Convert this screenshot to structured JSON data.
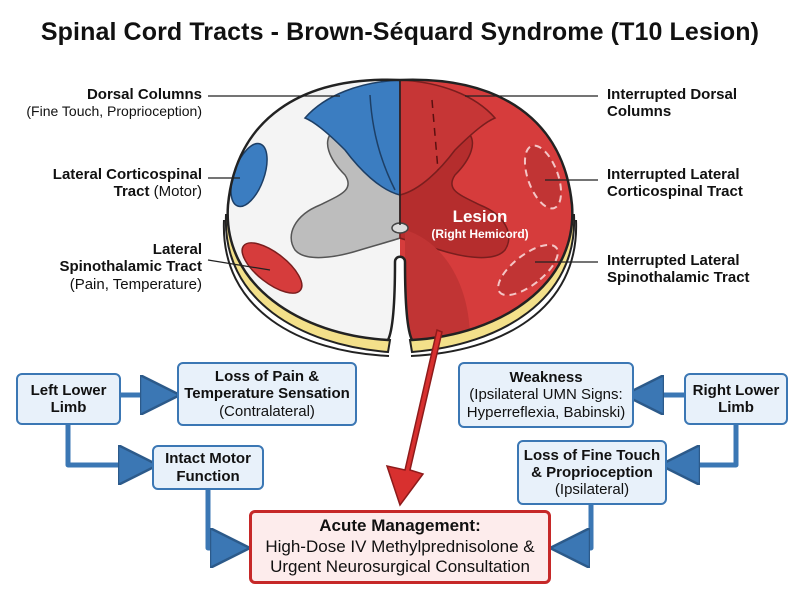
{
  "title": "Spinal Cord Tracts - Brown-Séquard Syndrome (T10 Lesion)",
  "left_labels": {
    "dorsal": {
      "title": "Dorsal Columns",
      "sub": "(Fine Touch, Proprioception)"
    },
    "cst": {
      "line1": "Lateral Corticospinal",
      "line2_bold": "Tract",
      "line2_rest": "(Motor)"
    },
    "stt": {
      "line1": "Lateral",
      "line2": "Spinothalamic Tract",
      "line3": "(Pain, Temperature)"
    }
  },
  "right_labels": {
    "dorsal": {
      "line1": "Interrupted Dorsal",
      "line2": "Columns"
    },
    "cst": {
      "line1": "Interrupted Lateral",
      "line2": "Corticospinal Tract"
    },
    "stt": {
      "line1": "Interrupted Lateral",
      "line2": "Spinothalamic Tract"
    }
  },
  "lesion": {
    "title": "Lesion",
    "sub": "(Right Hemicord)"
  },
  "boxes": {
    "left_limb": {
      "line1": "Left Lower",
      "line2": "Limb"
    },
    "pain_loss": {
      "line1": "Loss of Pain &",
      "line2": "Temperature Sensation",
      "line3": "(Contralateral)"
    },
    "motor_intact": {
      "line1": "Intact Motor",
      "line2": "Function"
    },
    "weakness": {
      "line1": "Weakness",
      "line2": "(Ipsilateral UMN Signs:",
      "line3": "Hyperreflexia, Babinski)"
    },
    "right_limb": {
      "line1": "Right Lower",
      "line2": "Limb"
    },
    "touch_loss": {
      "line1": "Loss of Fine Touch",
      "line2": "& Proprioception",
      "line3": "(Ipsilateral)"
    }
  },
  "management": {
    "title": "Acute Management:",
    "line1": "High-Dose IV Methylprednisolone &",
    "line2": "Urgent Neurosurgical Consultation"
  },
  "colors": {
    "healthy_tract": "#3b7dc1",
    "lesion": "#d63c3c",
    "gray_matter": "#bdbdbd",
    "box_fill": "#e8f1fa",
    "box_border": "#3b77b4",
    "mgmt_border": "#c62828",
    "dura": "#f3e08a"
  }
}
